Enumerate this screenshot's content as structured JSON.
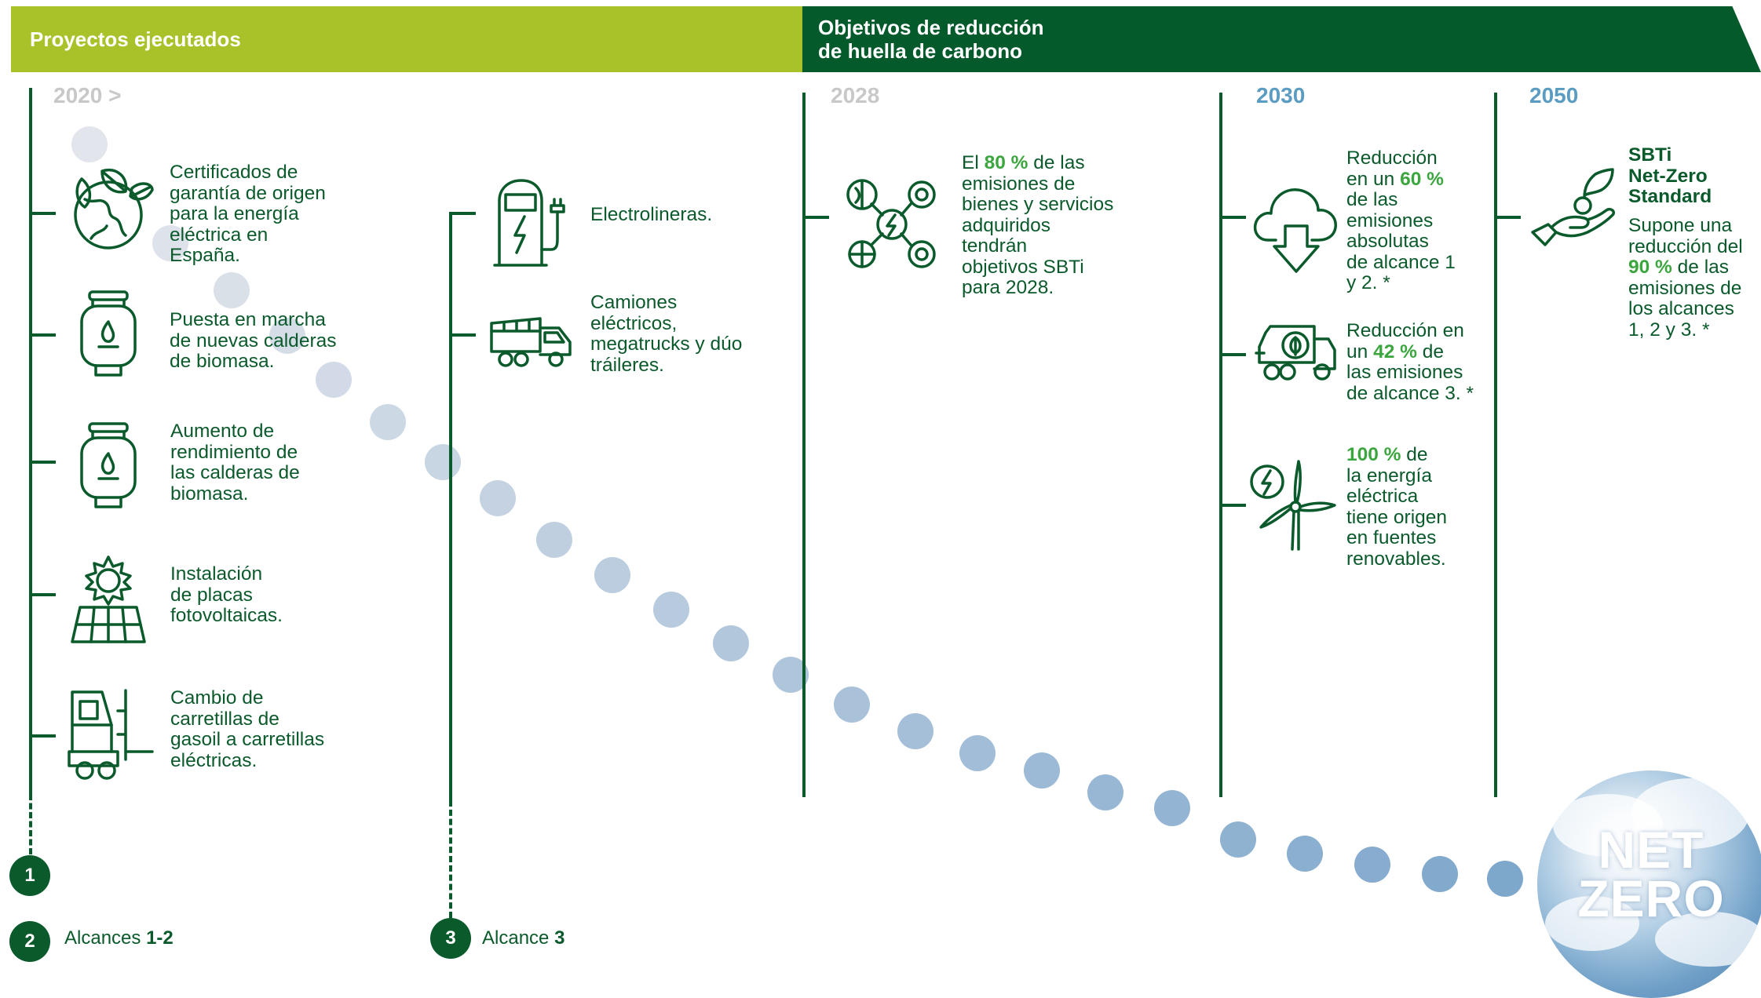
{
  "header": {
    "left_title": "Proyectos ejecutados",
    "right_title": "Objetivos de reducción\nde huella de carbono"
  },
  "years": {
    "y2020": "2020 >",
    "y2028": "2028",
    "y2030": "2030",
    "y2050": "2050"
  },
  "projects_col1": [
    {
      "icon": "globe-leaves-icon",
      "text": "Certificados de\ngarantía de origen\npara la energía\neléctrica en\nEspaña."
    },
    {
      "icon": "gas-boiler-icon",
      "text": "Puesta en marcha\nde nuevas calderas\nde biomasa."
    },
    {
      "icon": "gas-boiler-icon",
      "text": "Aumento de\nrendimiento de\nlas calderas de\nbiomasa."
    },
    {
      "icon": "solar-panel-icon",
      "text": "Instalación\nde placas\nfotovoltaicas."
    },
    {
      "icon": "forklift-icon",
      "text": "Cambio de\ncarretillas de\ngasoil a carretillas\neléctricas."
    }
  ],
  "projects_col2": [
    {
      "icon": "charging-station-icon",
      "text": "Electrolineras."
    },
    {
      "icon": "truck-icon",
      "text": "Camiones\neléctricos,\nmegatrucks y dúo\ntráileres."
    }
  ],
  "target_2028": {
    "pre": "El ",
    "highlight": "80 %",
    "post": " de las\nemisiones de\nbienes y servicios\nadquiridos\ntendrán\nobjetivos SBTi\npara 2028."
  },
  "targets_2030": [
    {
      "icon": "cloud-download-icon",
      "pre": "Reducción\nen un ",
      "highlight": "60 %",
      "post": "\nde las\nemisiones\nabsolutas\nde alcance 1\ny 2. *"
    },
    {
      "icon": "electric-truck-leaf-icon",
      "pre": "Reducción en\nun ",
      "highlight": "42 %",
      "post": " de\nlas emisiones\nde alcance 3. *"
    },
    {
      "icon": "wind-turbine-icon",
      "pre": "",
      "highlight": "100 %",
      "post": " de\nla energía\neléctrica\ntiene origen\nen fuentes\nrenovables."
    }
  ],
  "target_2050": {
    "title": "SBTi\nNet-Zero\nStandard",
    "pre": "Supone una\nreducción del\n",
    "highlight": "90 %",
    "post": " de las\nemisiones de\nlos alcances\n1, 2 y 3. *"
  },
  "legend": {
    "b1": "1",
    "b2": "2",
    "b3": "3",
    "label2_pre": "Alcances ",
    "label2_bold": "1-2",
    "label3_pre": "Alcance ",
    "label3_bold": "3"
  },
  "net_zero": "NET\nZERO",
  "colors": {
    "dark_green": "#045a2b",
    "lime": "#a9c22a",
    "highlight_green": "#3aa63d",
    "year_blue": "#5a9cc2",
    "year_gray": "#c8c8c8"
  }
}
